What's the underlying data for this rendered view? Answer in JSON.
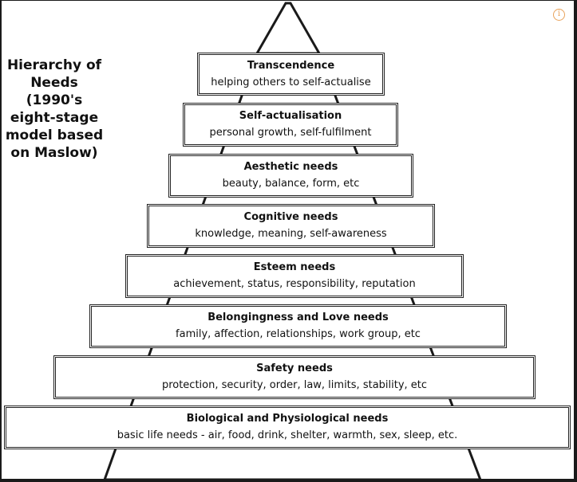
{
  "title_lines": [
    "Hierarchy of",
    "Needs",
    "(1990's",
    "eight-stage",
    "model based",
    "on Maslow)"
  ],
  "levels": [
    {
      "name": "Transcendence",
      "desc": "helping others to self-actualise"
    },
    {
      "name": "Self-actualisation",
      "desc": "personal growth, self-fulfilment"
    },
    {
      "name": "Aesthetic needs",
      "desc": "beauty, balance, form, etc"
    },
    {
      "name": "Cognitive needs",
      "desc": "knowledge, meaning, self-awareness"
    },
    {
      "name": "Esteem needs",
      "desc": "achievement, status, responsibility, reputation"
    },
    {
      "name": "Belongingness and Love needs",
      "desc": "family, affection, relationships, work group, etc"
    },
    {
      "name": "Safety needs",
      "desc": "protection, security, order, law, limits, stability, etc"
    },
    {
      "name": "Biological and Physiological needs",
      "desc": "basic life needs - air, food, drink, shelter, warmth, sex, sleep, etc."
    }
  ],
  "colors": {
    "outline": "#222222",
    "info_icon": "#e8a25a"
  },
  "icons": {
    "info": "info-icon"
  },
  "info_glyph": "i"
}
